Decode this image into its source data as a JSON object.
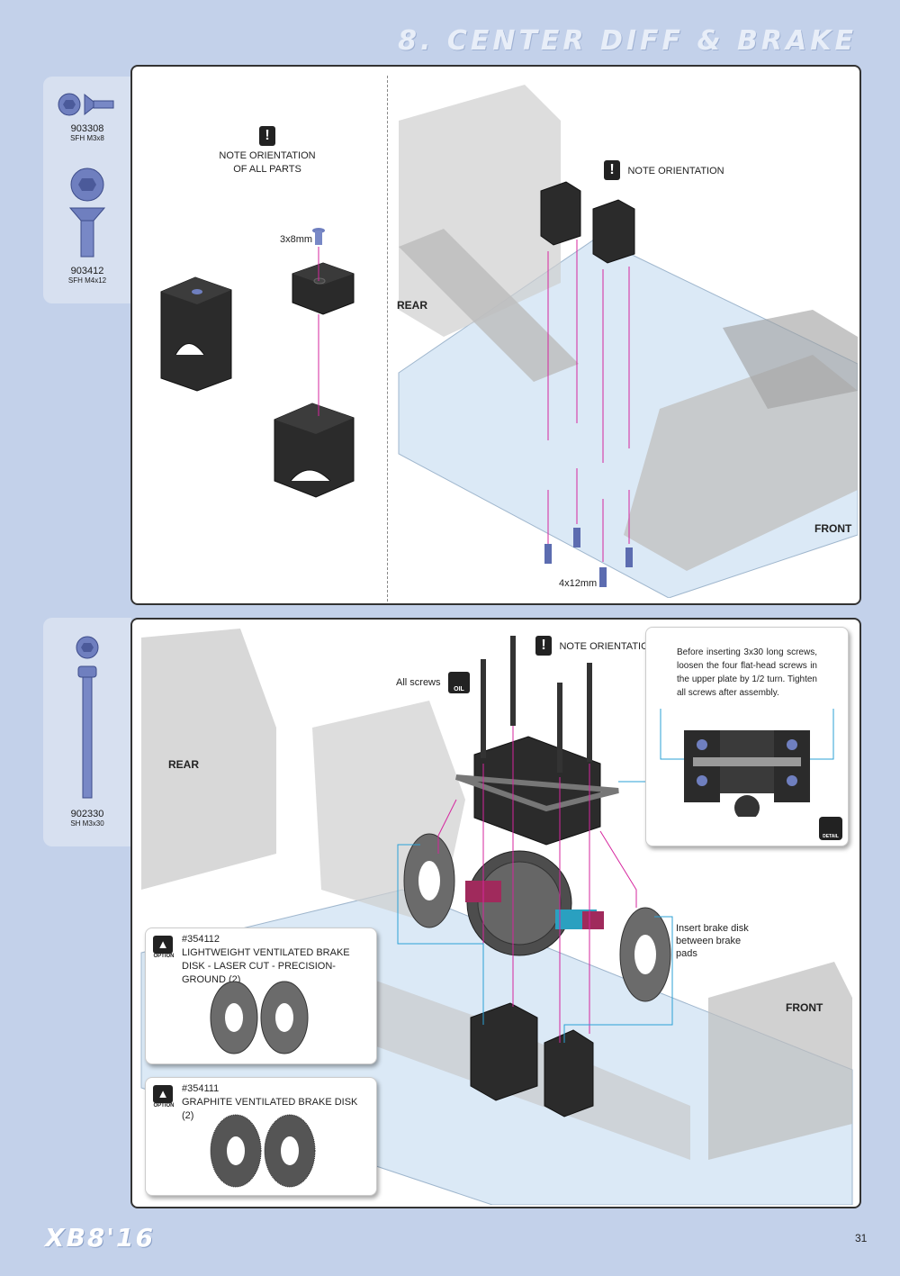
{
  "header": {
    "section_title": "8. CENTER DIFF & BRAKE"
  },
  "step1": {
    "hardware": [
      {
        "part": "903308",
        "desc": "SFH M3x8"
      },
      {
        "part": "903412",
        "desc": "SFH M4x12"
      }
    ],
    "note_all": "NOTE ORIENTATION OF ALL PARTS",
    "note_orientation": "NOTE ORIENTATION",
    "screw_3x8": "3x8mm",
    "screw_4x12": "4x12mm",
    "rear": "REAR",
    "front": "FRONT"
  },
  "step2": {
    "hardware": [
      {
        "part": "902330",
        "desc": "SH M3x30"
      }
    ],
    "note_orientation": "NOTE ORIENTATION",
    "all_screws": "All screws",
    "oil": "OIL",
    "rear": "REAR",
    "front": "FRONT",
    "detail_text": "Before inserting 3x30 long screws, loosen the four flat-head screws in the upper plate by 1/2 turn. Tighten all screws after assembly.",
    "detail_label": "DETAIL",
    "insert_note": "Insert brake disk between brake pads",
    "option1": {
      "tag": "OPTION",
      "part": "#354112",
      "desc": "LIGHTWEIGHT VENTILATED BRAKE DISK - LASER CUT - PRECISION-GROUND (2)"
    },
    "option2": {
      "tag": "OPTION",
      "part": "#354111",
      "desc": "GRAPHITE VENTILATED BRAKE DISK (2)"
    }
  },
  "footer": {
    "logo": "XB8'16",
    "page": "31"
  }
}
